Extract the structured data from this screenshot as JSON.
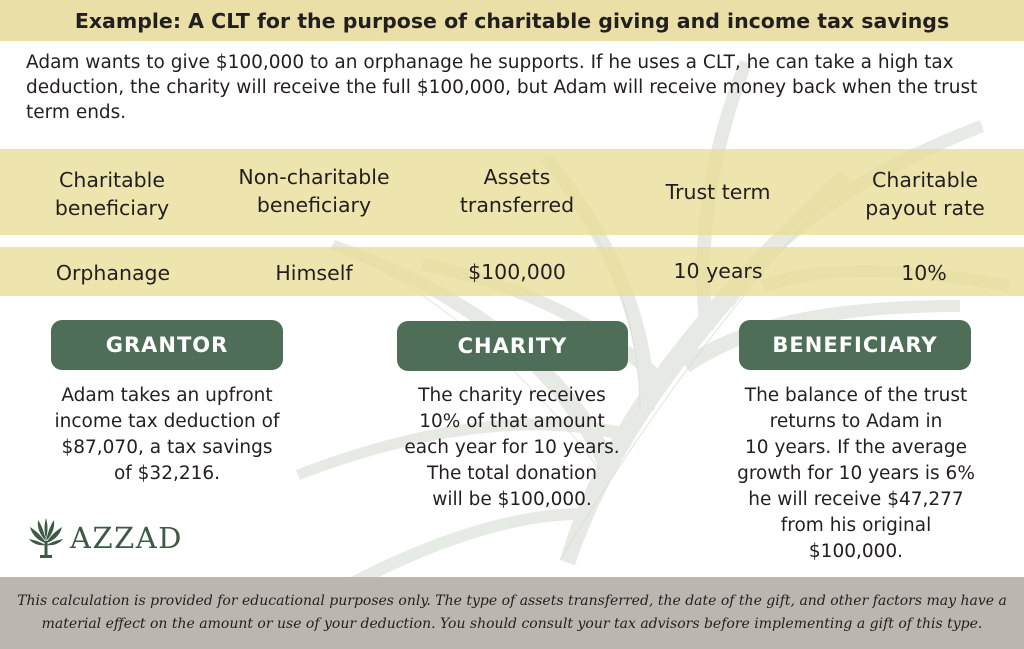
{
  "title": "Example: A CLT for the purpose of charitable giving and income tax savings",
  "intro": "Adam wants to give $100,000 to an orphanage he supports. If he uses a CLT, he can take a high tax deduction, the charity will receive the full $100,000, but Adam will receive money back when the trust term ends.",
  "table": {
    "headers": [
      [
        "Charitable",
        "beneficiary"
      ],
      [
        "Non-charitable",
        "beneficiary"
      ],
      [
        "Assets",
        "transferred"
      ],
      [
        "Trust term"
      ],
      [
        "Charitable",
        "payout rate"
      ]
    ],
    "values": [
      "Orphanage",
      "Himself",
      "$100,000",
      "10 years",
      "10%"
    ]
  },
  "roles": [
    {
      "label": "GRANTOR",
      "lines": [
        "Adam takes an upfront",
        "income tax deduction of",
        "$87,070, a tax savings",
        "of $32,216."
      ]
    },
    {
      "label": "CHARITY",
      "lines": [
        "The charity receives",
        "10% of that amount",
        "each year for 10 years.",
        "The total donation",
        "will be $100,000."
      ]
    },
    {
      "label": "BENEFICIARY",
      "lines": [
        "The balance of the trust",
        "returns to Adam in",
        "10 years. If the average",
        "growth for 10 years is 6%",
        "he will receive $47,277",
        "from his original",
        "$100,000."
      ]
    }
  ],
  "logo": {
    "text": "AZZAD",
    "icon": "palm-leaf-icon"
  },
  "disclaimer": "This calculation is provided for educational purposes only. The type of assets transferred, the date of the gift, and other factors may have a material effect on the amount or use of your deduction. You should consult your tax advisors before implementing a gift of this type.",
  "colors": {
    "band": "#eadfa6",
    "pill": "#4f6e57",
    "footer": "#bcb6b1",
    "logo": "#3d5a45"
  }
}
